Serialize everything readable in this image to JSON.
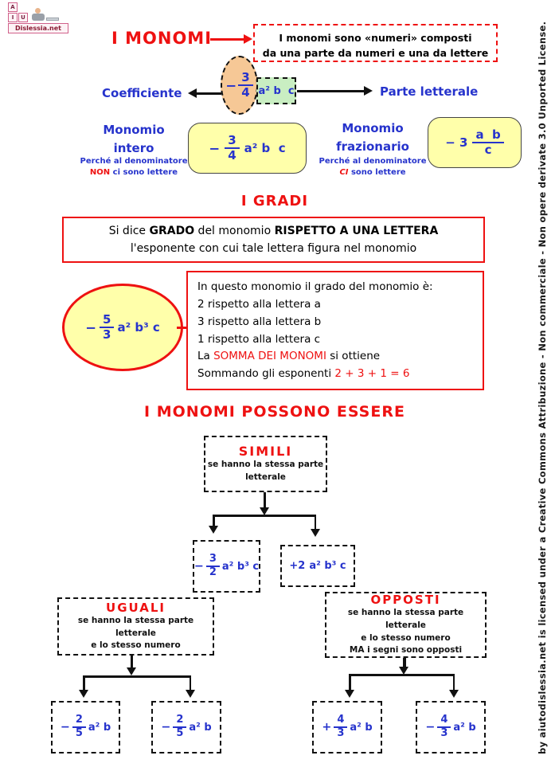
{
  "colors": {
    "red": "#ee1111",
    "blue": "#2633cc",
    "yellow": "#ffffaa",
    "orange": "#f6c896",
    "green": "#c9eec2"
  },
  "logo": {
    "site": "Dislessia.net",
    "blocks": [
      "A",
      "I",
      "U"
    ]
  },
  "header": {
    "title": "I MONOMI",
    "definition_line1": "I monomi sono «numeri» composti",
    "definition_line2": "da una parte da numeri e una da lettere"
  },
  "coefficient_diagram": {
    "left_label": "Coefficiente",
    "right_label": "Parte letterale",
    "fraction": {
      "sign": "−",
      "num": "3",
      "den": "4"
    },
    "letters": "a² b  c"
  },
  "monomio_intero": {
    "title_line1": "Monomio",
    "title_line2": "intero",
    "note_line1": "Perché al denominatore",
    "note_bold": "NON",
    "note_rest": " ci sono lettere",
    "formula": {
      "sign": "−",
      "num": "3",
      "den": "4",
      "letters": "a² b  c"
    }
  },
  "monomio_frazionario": {
    "title_line1": "Monomio",
    "title_line2": "frazionario",
    "note_line1": "Perché al denominatore",
    "note_bold": "CI",
    "note_rest": " sono lettere",
    "formula": {
      "coeff": "− 3",
      "num": "a  b",
      "den": "c"
    }
  },
  "gradi": {
    "title": "I GRADI",
    "rule_pre": "Si dice ",
    "rule_bold1": "GRADO",
    "rule_mid": " del monomio ",
    "rule_bold2": "RISPETTO A UNA LETTERA",
    "rule_line2": "l'esponente con cui tale lettera  figura nel monomio",
    "example": {
      "formula": {
        "sign": "−",
        "num": "5",
        "den": "3",
        "letters": "a² b³ c"
      },
      "line1": "In questo monomio il grado del monomio è:",
      "line2": "2 rispetto alla lettera a",
      "line3": "3 rispetto alla lettera b",
      "line4": "1 rispetto alla lettera c",
      "sum_pre": "La ",
      "sum_red": "SOMMA DEI MONOMI",
      "sum_post": " si ottiene",
      "last_pre": "Sommando gli esponenti ",
      "last_red": "2 + 3 + 1 = 6"
    }
  },
  "tree": {
    "title": "I MONOMI POSSONO ESSERE",
    "simili": {
      "label": "SIMILI",
      "desc_line1": "se hanno la stessa parte",
      "desc_line2": "letterale"
    },
    "formula_left": {
      "sign": "−",
      "num": "3",
      "den": "2",
      "letters": "a² b³ c"
    },
    "formula_right": {
      "coeff": "+2",
      "letters": "a² b³ c"
    },
    "uguali": {
      "label": "UGUALI",
      "desc_line1": "se hanno la stessa parte letterale",
      "desc_line2": "e  lo stesso numero"
    },
    "opposti": {
      "label": "OPPOSTI",
      "desc_line1": "se hanno la stessa parte letterale",
      "desc_line2": "e lo stesso numero",
      "desc_line3": "MA i segni sono opposti"
    },
    "bottom": [
      {
        "sign": "−",
        "num": "2",
        "den": "5",
        "letters": "a² b"
      },
      {
        "sign": "−",
        "num": "2",
        "den": "5",
        "letters": "a² b"
      },
      {
        "sign": "+",
        "num": "4",
        "den": "3",
        "letters": "a² b"
      },
      {
        "sign": "−",
        "num": "4",
        "den": "3",
        "letters": "a² b"
      }
    ]
  },
  "license": {
    "text": "by aiutodislessia.net is licensed under a Creative Commons Attribuzione - Non commerciale - Non opere derivate 3.0 Unported License."
  }
}
